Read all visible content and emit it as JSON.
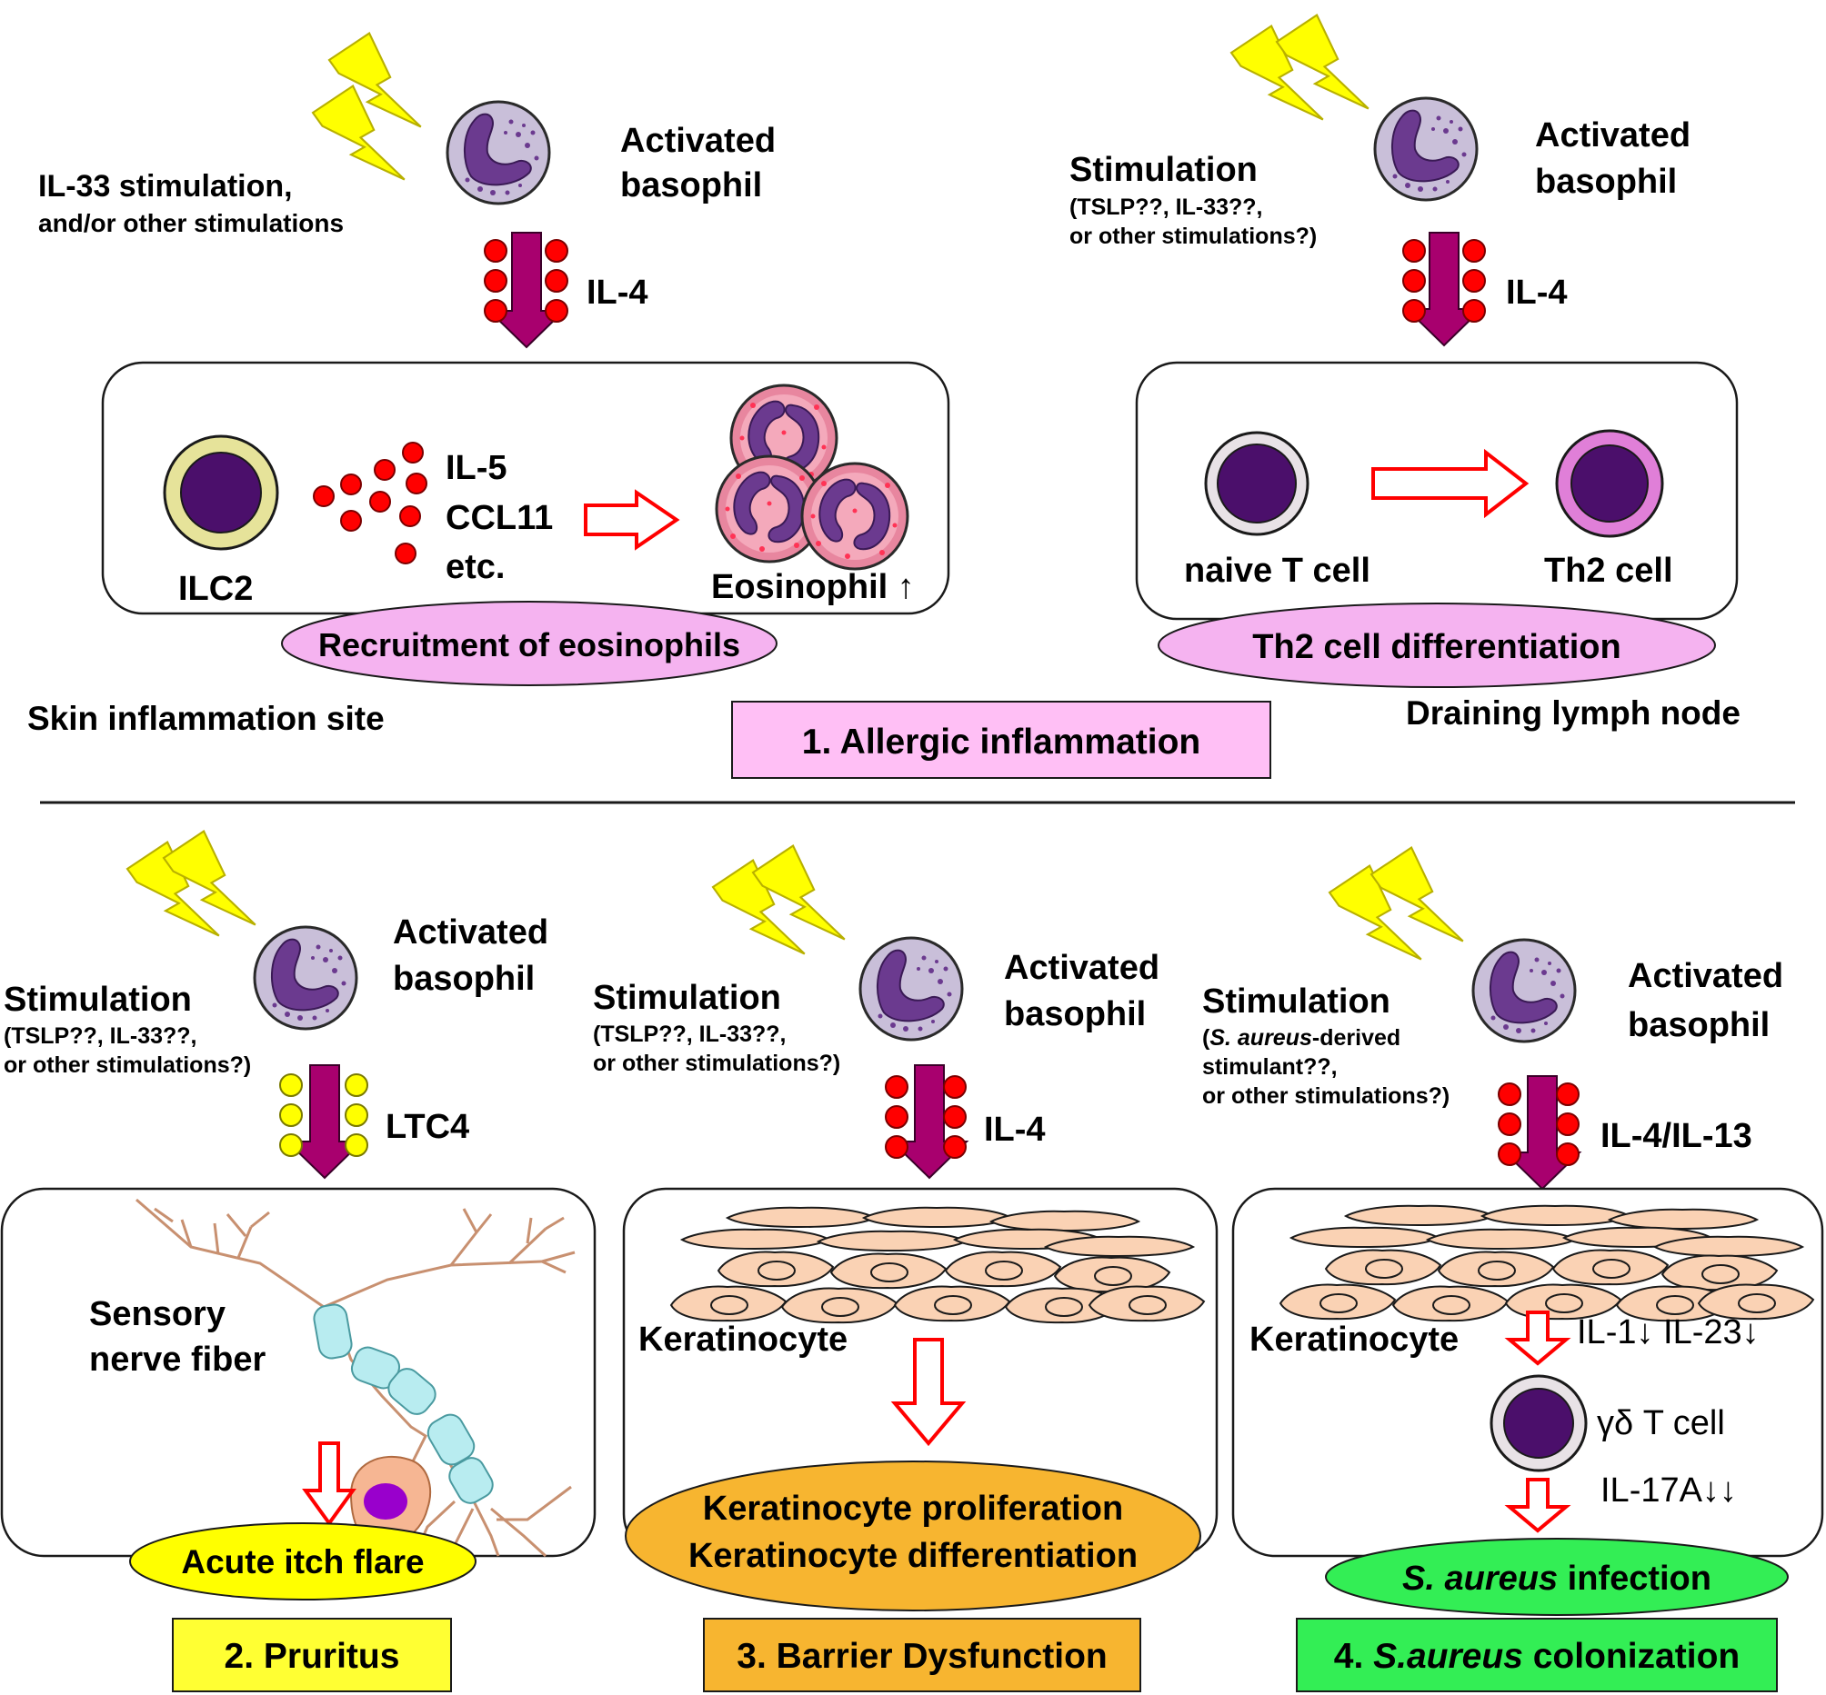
{
  "colors": {
    "bolt": "#ffff00",
    "basophil_fill": "#c9bfd9",
    "nucleus": "#6b3a8f",
    "arrow_magenta": "#a8006e",
    "dot_red": "#ff0000",
    "dot_yellow": "#ffff00",
    "ilc2_ring": "#e6e39a",
    "nucleus_dark": "#4b0f6b",
    "eos_pink": "#e8869f",
    "th2_ring": "#e07fd8",
    "ellipse_pink": "#f5b3f0",
    "ellipse_yellow": "#ffff00",
    "ellipse_orange": "#f7b530",
    "ellipse_green": "#33ee55",
    "label_pink": "#ffbff5",
    "label_yellow": "#ffff33",
    "label_orange": "#f7b530",
    "label_green": "#33ee55",
    "keratinocyte": "#fad2b4",
    "nerve_myelin": "#b8ecf0",
    "neuron_body": "#f6b693",
    "neuron_nucleus": "#9900cc"
  },
  "icons": [
    "lightning-bolt-icon",
    "basophil-cell-icon",
    "eosinophil-cell-icon",
    "t-cell-icon",
    "keratinocyte-layer-icon",
    "sensory-neuron-icon",
    "hollow-arrow-icon"
  ],
  "panel_skin": {
    "stim_line1": "IL-33 stimulation,",
    "stim_line2": "and/or other stimulations",
    "cell_line1": "Activated",
    "cell_line2": "basophil",
    "mediator": "IL-4",
    "ilc2": "ILC2",
    "cytokine1": "IL-5",
    "cytokine2": "CCL11",
    "cytokine3": "etc.",
    "eosinophil": "Eosinophil ↑",
    "outcome": "Recruitment of eosinophils",
    "site": "Skin inflammation site"
  },
  "panel_lymph": {
    "stim_line1": "Stimulation",
    "stim_line2": "(TSLP??, IL-33??,",
    "stim_line3": "or other stimulations?)",
    "cell_line1": "Activated",
    "cell_line2": "basophil",
    "mediator": "IL-4",
    "naive": "naive T cell",
    "th2": "Th2 cell",
    "outcome": "Th2 cell differentiation",
    "site": "Draining lymph node"
  },
  "section1_label": "1. Allergic inflammation",
  "panel_pruritus": {
    "stim_line1": "Stimulation",
    "stim_line2": "(TSLP??, IL-33??,",
    "stim_line3": "or other stimulations?)",
    "cell_line1": "Activated",
    "cell_line2": "basophil",
    "mediator": "LTC4",
    "nerve_line1": "Sensory",
    "nerve_line2": "nerve fiber",
    "outcome": "Acute itch flare",
    "label": "2. Pruritus"
  },
  "panel_barrier": {
    "stim_line1": "Stimulation",
    "stim_line2": "(TSLP??, IL-33??,",
    "stim_line3": "or other stimulations?)",
    "cell_line1": "Activated",
    "cell_line2": "basophil",
    "mediator": "IL-4",
    "keratinocyte": "Keratinocyte",
    "outcome_line1": "Keratinocyte proliferation",
    "outcome_line2": "Keratinocyte differentiation",
    "label": "3. Barrier Dysfunction"
  },
  "panel_saureus": {
    "stim_line1": "Stimulation",
    "stim_line2_italic": "S. aureus",
    "stim_line2_rest": "-derived",
    "stim_line3": "stimulant??,",
    "stim_line4": "or other stimulations?)",
    "stim_open_paren": "(",
    "cell_line1": "Activated",
    "cell_line2": "basophil",
    "mediator": "IL-4/IL-13",
    "keratinocyte": "Keratinocyte",
    "cytokines": "IL-1↓  IL-23↓",
    "gd_tcell": "γδ T cell",
    "il17": "IL-17A↓↓",
    "outcome_italic": "S. aureus",
    "outcome_rest": " infection",
    "label_prefix": "4. ",
    "label_italic": "S.aureus",
    "label_rest": " colonization"
  }
}
